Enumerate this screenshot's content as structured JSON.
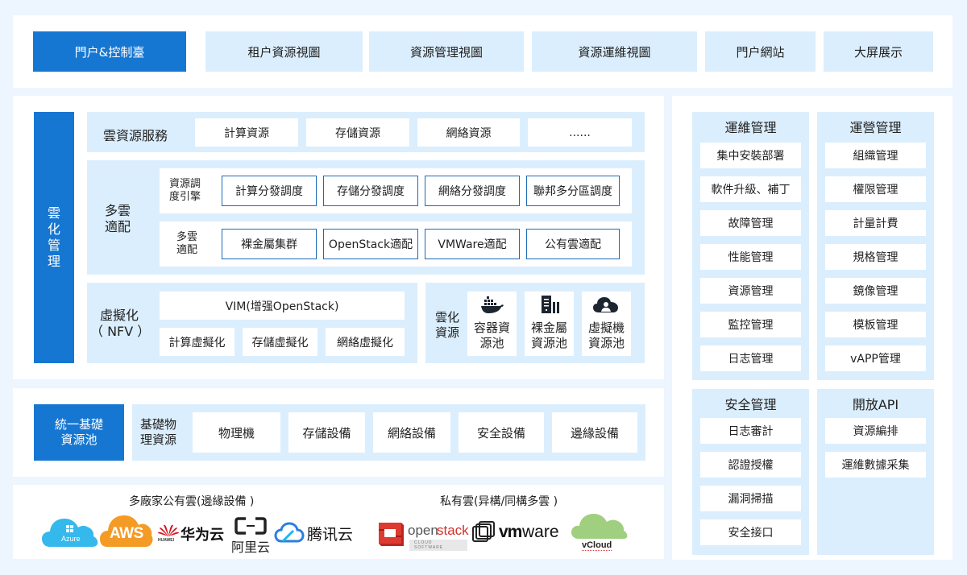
{
  "top_nav": {
    "items": [
      {
        "label": "門户&控制臺",
        "active": true
      },
      {
        "label": "租户資源視圖",
        "active": false
      },
      {
        "label": "資源管理視圖",
        "active": false
      },
      {
        "label": "資源運維視圖",
        "active": false
      },
      {
        "label": "門户網站",
        "active": false
      },
      {
        "label": "大屏展示",
        "active": false
      }
    ]
  },
  "cloud_mgmt": {
    "side_label": "雲\n化\n管\n理",
    "cloud_services": {
      "label": "雲資源服務",
      "items": [
        "計算資源",
        "存儲資源",
        "網絡資源",
        "......"
      ]
    },
    "multi_cloud": {
      "label": "多雲\n適配",
      "scheduler": {
        "label": "資源調\n度引擎",
        "items": [
          "計算分發調度",
          "存儲分發調度",
          "網絡分發調度",
          "聯邦多分區調度"
        ]
      },
      "adapter": {
        "label": "多雲\n適配",
        "items": [
          "裸金屬集群",
          "OpenStack適配",
          "VMWare適配",
          "公有雲適配"
        ]
      }
    },
    "virtualization": {
      "label": "虛擬化\n（ NFV ）",
      "vim": "VIM(增强OpenStack)",
      "items": [
        "計算虛擬化",
        "存儲虛擬化",
        "網絡虛擬化"
      ]
    },
    "cloud_resources": {
      "label": "雲化\n資源",
      "pools": [
        {
          "icon": "docker-whale-icon",
          "label": "容器資\n源池"
        },
        {
          "icon": "server-rack-icon",
          "label": "裸金屬\n資源池"
        },
        {
          "icon": "cloud-user-icon",
          "label": "虛擬機\n資源池"
        }
      ]
    }
  },
  "unified_pool": {
    "label": "統一基礎\n資源池",
    "physical": {
      "label": "基礎物\n理資源",
      "items": [
        "物理機",
        "存儲設備",
        "網絡設備",
        "安全設備",
        "邊緣設備"
      ]
    }
  },
  "clouds": {
    "public": {
      "title": "多廠家公有雲(邊緣設備 )",
      "logos": [
        {
          "name": "azure",
          "text": "Azure"
        },
        {
          "name": "aws",
          "text": "AWS"
        },
        {
          "name": "huawei",
          "text": "华为云",
          "sub": "HUAWEI"
        },
        {
          "name": "aliyun",
          "text": "阿里云"
        },
        {
          "name": "tencent",
          "text": "腾讯云"
        }
      ]
    },
    "private": {
      "title": "私有雲(异構/同構多雲 )",
      "logos": [
        {
          "name": "openstack",
          "text": "open",
          "text2": "stack",
          "sub": "CLOUD SOFTWARE"
        },
        {
          "name": "vmware",
          "text": "vm",
          "text2": "ware"
        },
        {
          "name": "vcloud",
          "text": "vCloud"
        }
      ]
    }
  },
  "right_panels": {
    "ops": {
      "title": "運維管理",
      "items": [
        "集中安裝部署",
        "軟件升級、補丁",
        "故障管理",
        "性能管理",
        "資源管理",
        "監控管理",
        "日志管理"
      ]
    },
    "operation": {
      "title": "運營管理",
      "items": [
        "組織管理",
        "權限管理",
        "計量計費",
        "規格管理",
        "鏡像管理",
        "模板管理",
        "vAPP管理"
      ]
    },
    "security": {
      "title": "安全管理",
      "items": [
        "日志審計",
        "認證授權",
        "漏洞掃描",
        "安全接口"
      ]
    },
    "api": {
      "title": "開放API",
      "items": [
        "資源編排",
        "運維數據采集"
      ]
    }
  },
  "colors": {
    "primary_blue": "#1677d2",
    "light_blue": "#dbeefd",
    "page_bg": "#edf5fe",
    "outline_blue": "#1c6bb5"
  }
}
